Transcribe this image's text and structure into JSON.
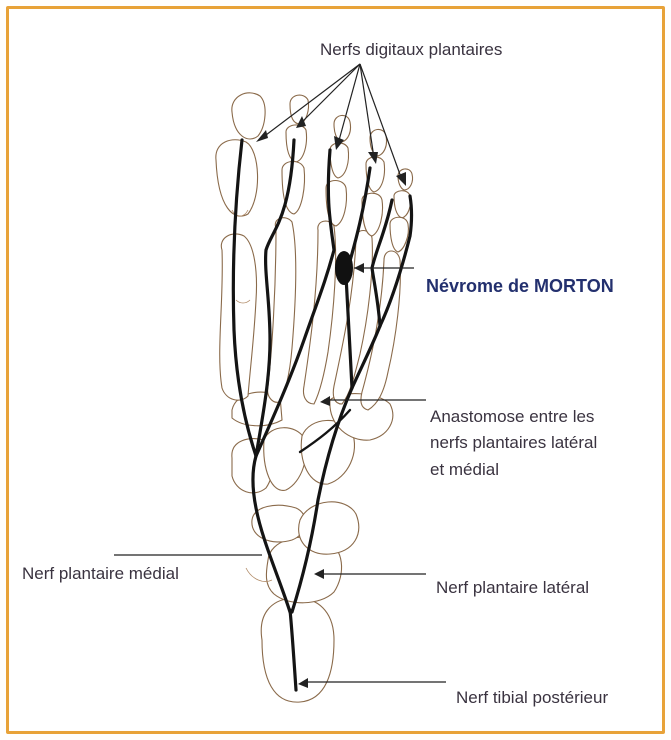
{
  "labels": {
    "digital": "Nerfs digitaux plantaires",
    "morton": "Névrome de MORTON",
    "anastomose_1": "Anastomose entre les",
    "anastomose_2": "nerfs plantaires latéral",
    "anastomose_3": "et médial",
    "medial": "Nerf plantaire médial",
    "lateral": "Nerf plantaire latéral",
    "tibial": "Nerf tibial postérieur"
  },
  "colors": {
    "border": "#e8a33a",
    "bone_outline": "#8a6a4a",
    "nerve": "#141414",
    "highlight_text": "#23306e"
  }
}
